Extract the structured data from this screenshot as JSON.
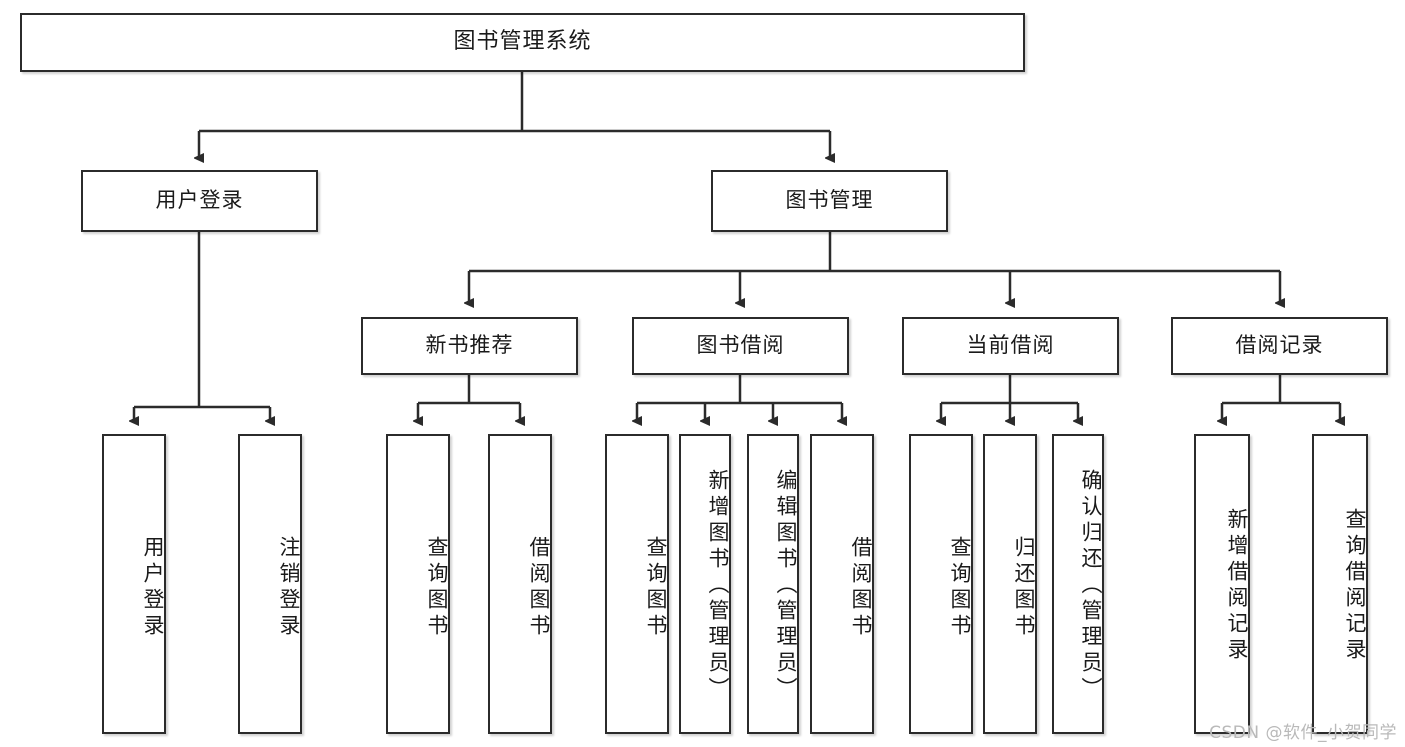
{
  "diagram": {
    "title": "图书管理系统",
    "orientation": "top-down-tree",
    "watermark": "CSDN @软件_小贺同学",
    "colors": {
      "box_border": "#2b2b2b",
      "box_fill": "#ffffff",
      "edge": "#2b2b2b",
      "text": "#1a1a1a",
      "watermark": "#b9b9b9"
    }
  },
  "nodes": {
    "root": {
      "label": "图书管理系统"
    },
    "level2": [
      {
        "label": "用户登录"
      },
      {
        "label": "图书管理"
      }
    ],
    "level3": [
      {
        "label": "新书推荐"
      },
      {
        "label": "图书借阅"
      },
      {
        "label": "当前借阅"
      },
      {
        "label": "借阅记录"
      }
    ],
    "leaves": {
      "user_login": [
        {
          "label": "用户登录"
        },
        {
          "label": "注销登录"
        }
      ],
      "new_book_recommend": [
        {
          "label": "查询图书"
        },
        {
          "label": "借阅图书"
        }
      ],
      "book_borrow": [
        {
          "label": "查询图书"
        },
        {
          "label": "新增图书（管理员）"
        },
        {
          "label": "编辑图书（管理员）"
        },
        {
          "label": "借阅图书"
        }
      ],
      "current_borrow": [
        {
          "label": "查询图书"
        },
        {
          "label": "归还图书"
        },
        {
          "label": "确认归还（管理员）"
        }
      ],
      "borrow_records": [
        {
          "label": "新增借阅记录"
        },
        {
          "label": "查询借阅记录"
        }
      ]
    }
  }
}
